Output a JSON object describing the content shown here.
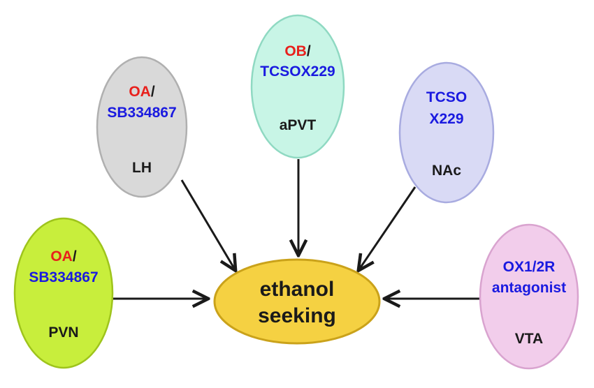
{
  "center": {
    "line1": "ethanol",
    "line2": "seeking",
    "fill": "#f5d142",
    "stroke": "#caa21a"
  },
  "colors": {
    "red_text": "#e8201c",
    "blue_text": "#1a1ae0",
    "region_text": "#1a1a1a",
    "arrow": "#1a1a1a"
  },
  "nodes": {
    "lh": {
      "line1_red": "OA",
      "line1_sep": "/",
      "line2": "SB334867",
      "region": "LH",
      "fill": "#d9d9d9",
      "stroke": "#b0b0b0"
    },
    "apvt": {
      "line1_red": "OB",
      "line1_sep": "/",
      "line2": "TCSOX229",
      "region": "aPVT",
      "fill": "#c8f5e6",
      "stroke": "#8fd9c2"
    },
    "nac": {
      "line1": "TCSO",
      "line2": "X229",
      "region": "NAc",
      "fill": "#d9daf5",
      "stroke": "#a8abe0"
    },
    "pvn": {
      "line1_red": "OA",
      "line1_sep": "/",
      "line2": "SB334867",
      "region": "PVN",
      "fill": "#c8ee3c",
      "stroke": "#9ec41c"
    },
    "vta": {
      "line1": "OX1/2R",
      "line2": "antagonist",
      "region": "VTA",
      "fill": "#f2cdeb",
      "stroke": "#d9a3cf"
    }
  }
}
